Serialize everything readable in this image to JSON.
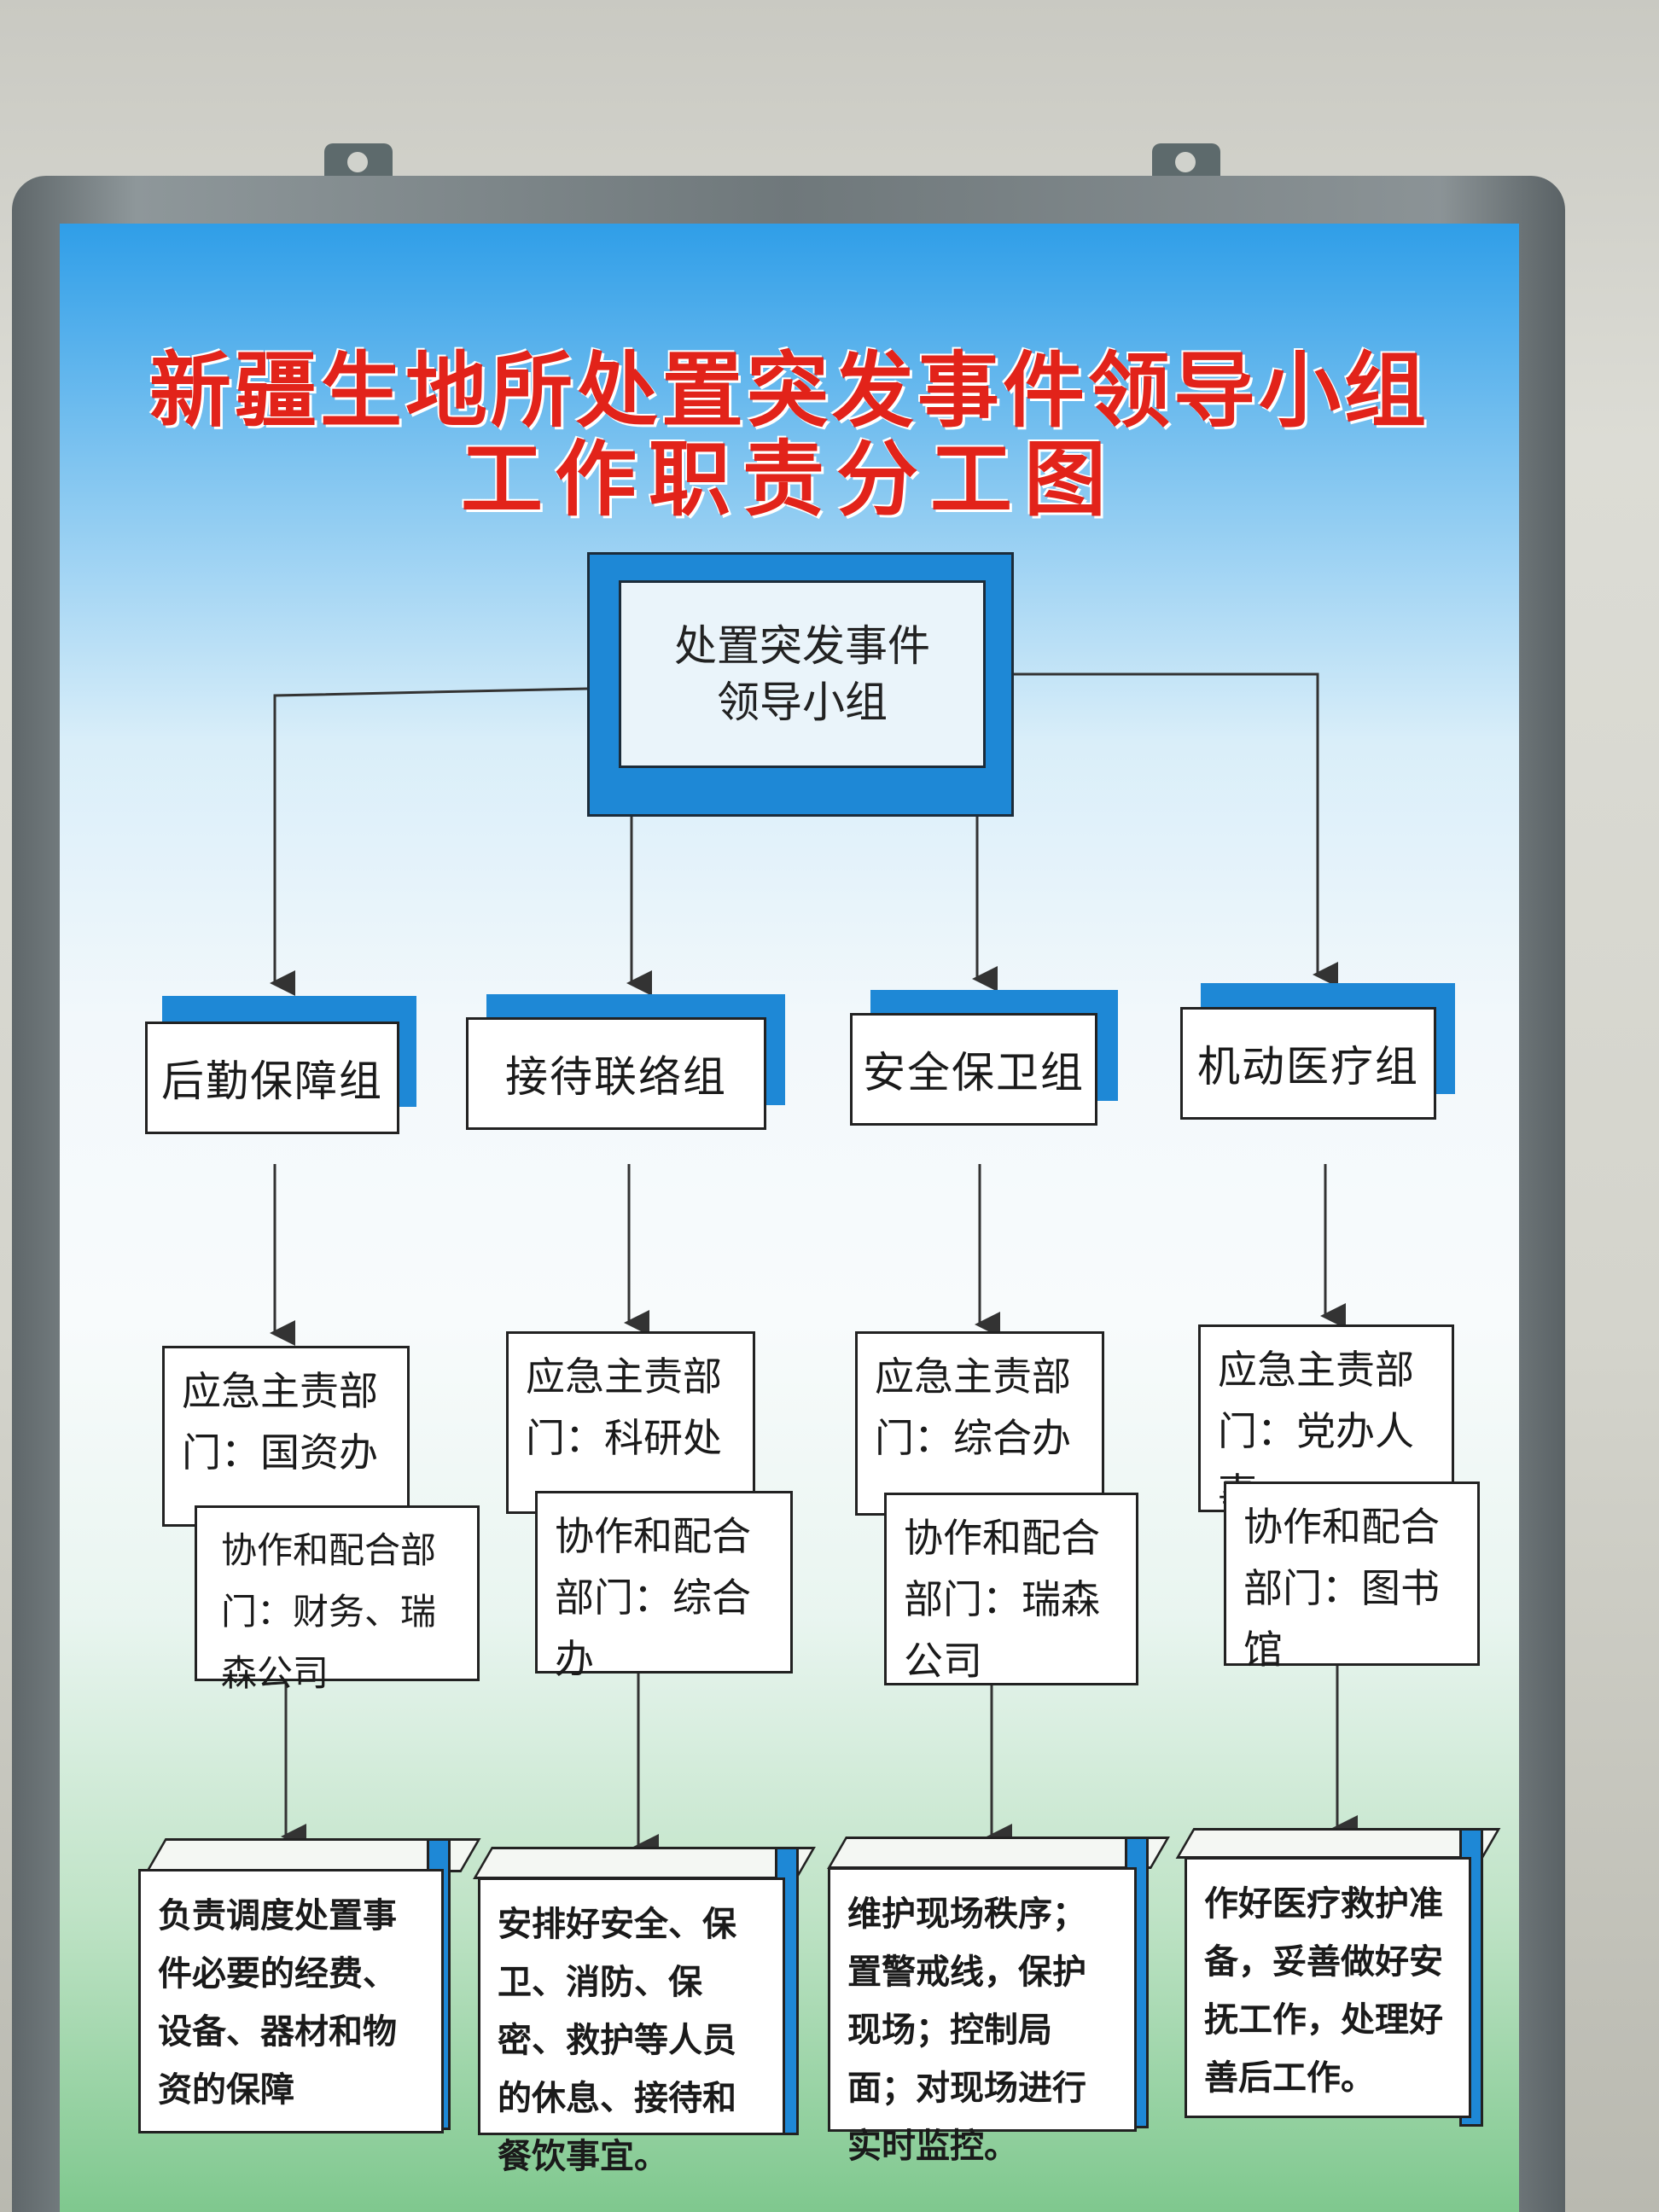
{
  "title": {
    "line1": "新疆生地所处置突发事件领导小组",
    "line2": "工作职责分工图"
  },
  "leader": {
    "label": "处置突发事件\n领导小组"
  },
  "groups": [
    {
      "name": "后勤保障组",
      "primary": "应急主责部门：国资办",
      "cooperate": "协作和配合部门：财务、瑞森公司",
      "duty": "负责调度处置事件必要的经费、设备、器材和物资的保障"
    },
    {
      "name": "接待联络组",
      "primary": "应急主责部门：科研处",
      "cooperate": "协作和配合部门：综合办",
      "duty": "安排好安全、保卫、消防、保密、救护等人员的休息、接待和餐饮事宜。"
    },
    {
      "name": "安全保卫组",
      "primary": "应急主责部门：综合办",
      "cooperate": "协作和配合部门：瑞森公司",
      "duty": "维护现场秩序；置警戒线，保护现场；控制局面；对现场进行实时监控。"
    },
    {
      "name": "机动医疗组",
      "primary": "应急主责部门：党办人事",
      "cooperate": "协作和配合部门：图书馆",
      "duty": "作好医疗救护准备，妥善做好安抚工作，处理好善后工作。"
    }
  ],
  "colors": {
    "title": "#e2231a",
    "accent_blue": "#1e88d6",
    "frame": "#7b8487"
  }
}
